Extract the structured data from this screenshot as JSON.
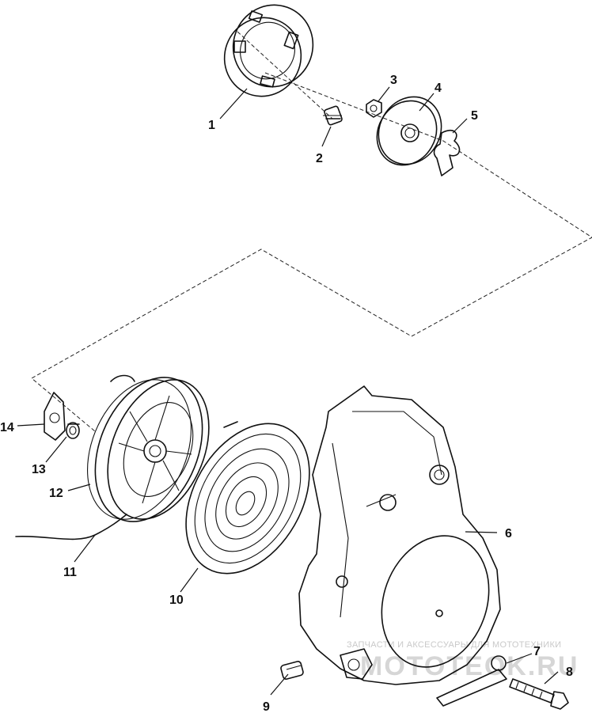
{
  "watermark": {
    "line1": "ЗАПЧАСТИ И АКСЕССУАРЫ ДЛЯ МОТОТЕХНИКИ",
    "line2": "MOTOTEOK.RU"
  },
  "callouts": [
    {
      "id": "1",
      "text": "1"
    },
    {
      "id": "2",
      "text": "2"
    },
    {
      "id": "3",
      "text": "3"
    },
    {
      "id": "4",
      "text": "4"
    },
    {
      "id": "5",
      "text": "5"
    },
    {
      "id": "6",
      "text": "6"
    },
    {
      "id": "7",
      "text": "7"
    },
    {
      "id": "8",
      "text": "8"
    },
    {
      "id": "9",
      "text": "9"
    },
    {
      "id": "10",
      "text": "10"
    },
    {
      "id": "11",
      "text": "11"
    },
    {
      "id": "12",
      "text": "12"
    },
    {
      "id": "13",
      "text": "13"
    },
    {
      "id": "14",
      "text": "14"
    }
  ]
}
